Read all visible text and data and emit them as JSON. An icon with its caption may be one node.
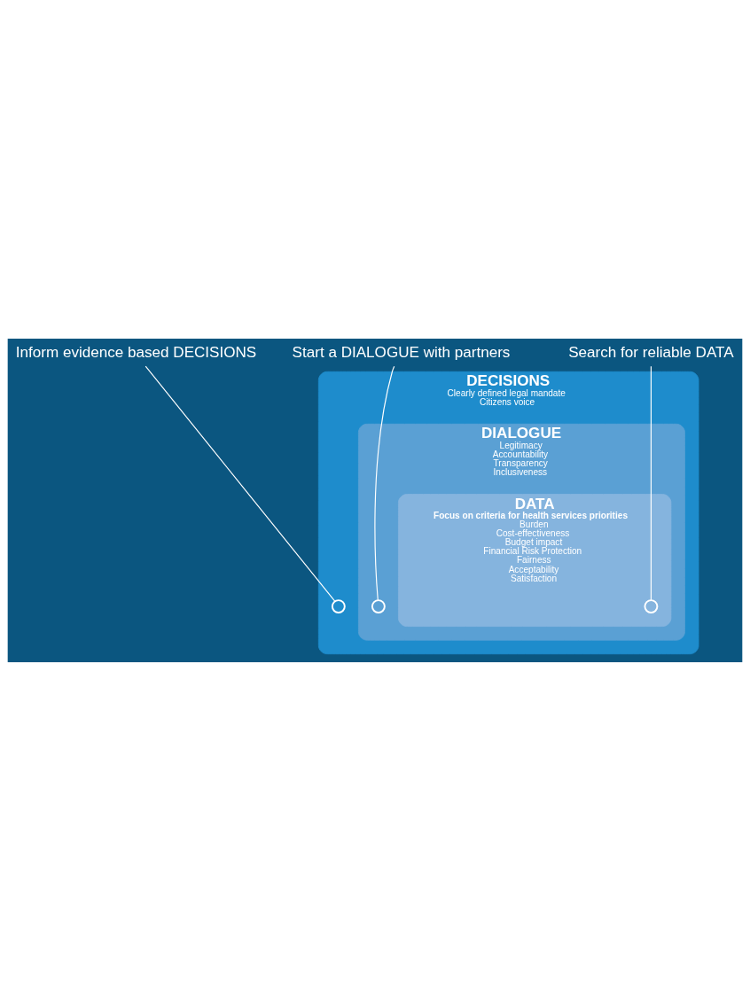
{
  "diagram": {
    "nodes": [
      {
        "text": [
          "Start a DIALOGUE with partners"
        ]
      },
      {
        "text": [
          "Inform evidence based DECISIONS"
        ]
      },
      {
        "text": [
          "Search for reliable DATA"
        ]
      },
      {
        "text": [
          "DECISIONS",
          "Clearly defined legal mandate",
          "Citizens voice"
        ]
      },
      {
        "text": [],
        "shape": "circle",
        "in": 3
      },
      {
        "text": [
          "DIALOGUE",
          "Legitimacy",
          "Accountability",
          "Transparency",
          "Inclusiveness"
        ],
        "in": 3
      },
      {
        "text": [],
        "shape": "circle",
        "in": 5
      },
      {
        "text": [
          "DATA",
          "Focus on criteria for health services priorities",
          "Burden",
          "Cost-effectiveness",
          "Budget impact",
          "Financial Risk Protection",
          "Fairness",
          "Acceptability",
          "Satisfaction"
        ],
        "in": 5
      },
      {
        "text": [],
        "shape": "circle",
        "in": 7
      }
    ],
    "edges": [
      {
        "from": 1,
        "to": 4,
        "arrow": "none"
      },
      {
        "from": 0,
        "to": 6,
        "arrow": "none"
      },
      {
        "from": 2,
        "to": 8,
        "arrow": "none"
      }
    ]
  }
}
